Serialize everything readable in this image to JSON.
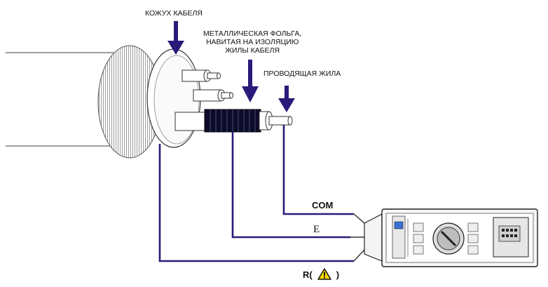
{
  "labels": {
    "sheath": "КОЖУХ КАБЕЛЯ",
    "foil_line1": "МЕТАЛЛИЧЕСКАЯ ФОЛЬГА,",
    "foil_line2": "НАВИТАЯ НА ИЗОЛЯЦИЮ",
    "foil_line3": "ЖИЛЫ КАБЕЛЯ",
    "conductor": "ПРОВОДЯЩАЯ ЖИЛА"
  },
  "terminals": {
    "com": "COM",
    "e": "E",
    "r_prefix": "R(",
    "r_suffix": ")"
  },
  "colors": {
    "wire": "#2a1a7a",
    "arrow": "#2a1a7a",
    "warning_fill": "#ffd800"
  },
  "icons": {
    "warning": "warning-triangle-icon"
  }
}
